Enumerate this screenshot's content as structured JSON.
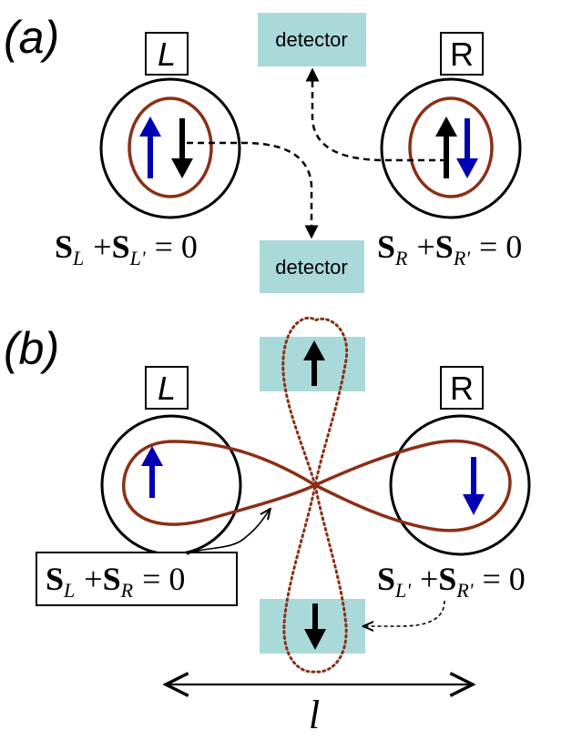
{
  "panel_a": {
    "label": "(a)",
    "left_label": "L",
    "right_label": "R",
    "detector_top": "detector",
    "detector_bottom": "detector",
    "eq_left": {
      "s": "S",
      "sub1": "L",
      "plus": "+",
      "sub2": "L'",
      "rhs": "= 0"
    },
    "eq_right": {
      "s": "S",
      "sub1": "R",
      "plus": "+",
      "sub2": "R'",
      "rhs": "= 0"
    }
  },
  "panel_b": {
    "label": "(b)",
    "left_label": "L",
    "right_label": "R",
    "eq_boxed": {
      "s": "S",
      "sub1": "L",
      "plus": "+",
      "sub2": "R",
      "rhs": "= 0"
    },
    "eq_right": {
      "s": "S",
      "sub1": "L'",
      "plus": "+",
      "sub2": "R'",
      "rhs": "= 0"
    },
    "length": "l"
  },
  "colors": {
    "detector_fill": "#a9d9d9",
    "loop": "#8b2f15",
    "spin_blue": "#0000b4",
    "spin_black": "#000000"
  },
  "icons": [
    "spin-up-arrow",
    "spin-down-arrow",
    "double-headed-arrow"
  ]
}
